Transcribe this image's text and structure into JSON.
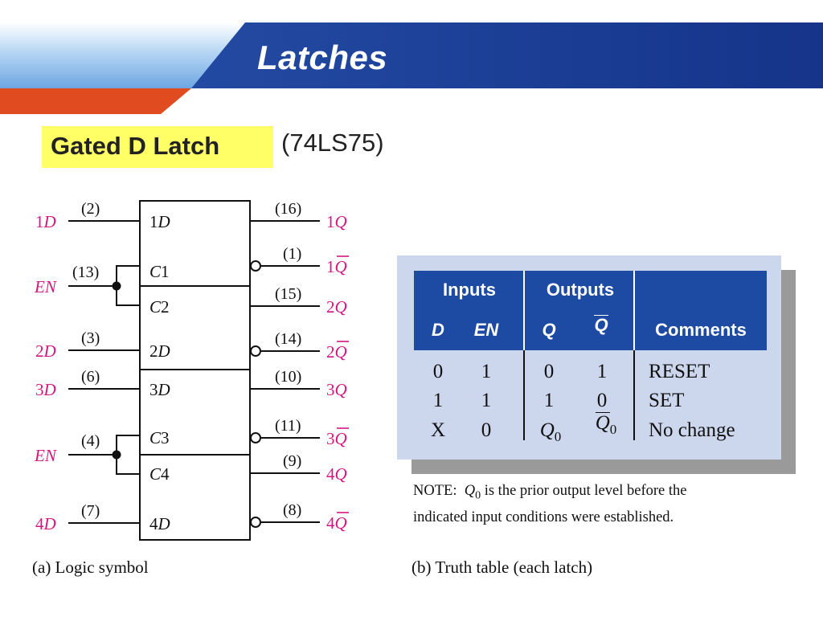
{
  "slide": {
    "title": "Latches",
    "subtitle": "Gated D Latch",
    "part_number": "(74LS75)"
  },
  "colors": {
    "header_navy": "#1c3f94",
    "header_light_blue": "#79b1e6",
    "header_orange": "#e04c1f",
    "highlight_yellow": "#ffff66",
    "pin_label_magenta": "#d4167f",
    "table_header_blue": "#1d4aa2",
    "table_panel": "#ccd6ec"
  },
  "logic_symbol": {
    "caption": "(a) Logic symbol",
    "inputs": [
      {
        "signal": "1D",
        "pin": "(2)",
        "box_label": "1D"
      },
      {
        "signal": "EN",
        "pin": "(13)",
        "box_labels": [
          "C1",
          "C2"
        ]
      },
      {
        "signal": "2D",
        "pin": "(3)",
        "box_label": "2D"
      },
      {
        "signal": "3D",
        "pin": "(6)",
        "box_label": "3D"
      },
      {
        "signal": "EN",
        "pin": "(4)",
        "box_labels": [
          "C3",
          "C4"
        ]
      },
      {
        "signal": "4D",
        "pin": "(7)",
        "box_label": "4D"
      }
    ],
    "outputs": [
      {
        "pin": "(16)",
        "signal": "1Q",
        "inverted": false
      },
      {
        "pin": "(1)",
        "signal": "1Q",
        "inverted": true
      },
      {
        "pin": "(15)",
        "signal": "2Q",
        "inverted": false
      },
      {
        "pin": "(14)",
        "signal": "2Q",
        "inverted": true
      },
      {
        "pin": "(10)",
        "signal": "3Q",
        "inverted": false
      },
      {
        "pin": "(11)",
        "signal": "3Q",
        "inverted": true
      },
      {
        "pin": "(9)",
        "signal": "4Q",
        "inverted": false
      },
      {
        "pin": "(8)",
        "signal": "4Q",
        "inverted": true
      }
    ]
  },
  "truth_table": {
    "caption": "(b) Truth table (each latch)",
    "group_headers": [
      "Inputs",
      "Outputs"
    ],
    "columns": [
      "D",
      "EN",
      "Q",
      "Q",
      "Comments"
    ],
    "rows": [
      {
        "D": "0",
        "EN": "1",
        "Q": "0",
        "Qbar": "1",
        "comment": "RESET"
      },
      {
        "D": "1",
        "EN": "1",
        "Q": "1",
        "Qbar": "0",
        "comment": "SET"
      },
      {
        "D": "X",
        "EN": "0",
        "Q": "Q",
        "Q_sub": "0",
        "Qbar": "Q",
        "Qbar_sub": "0",
        "comment": "No change"
      }
    ],
    "note_prefix": "NOTE:",
    "note_symbol": "Q",
    "note_sub": "0",
    "note_line1": " is the prior output level before the",
    "note_line2": "indicated input conditions were established."
  }
}
